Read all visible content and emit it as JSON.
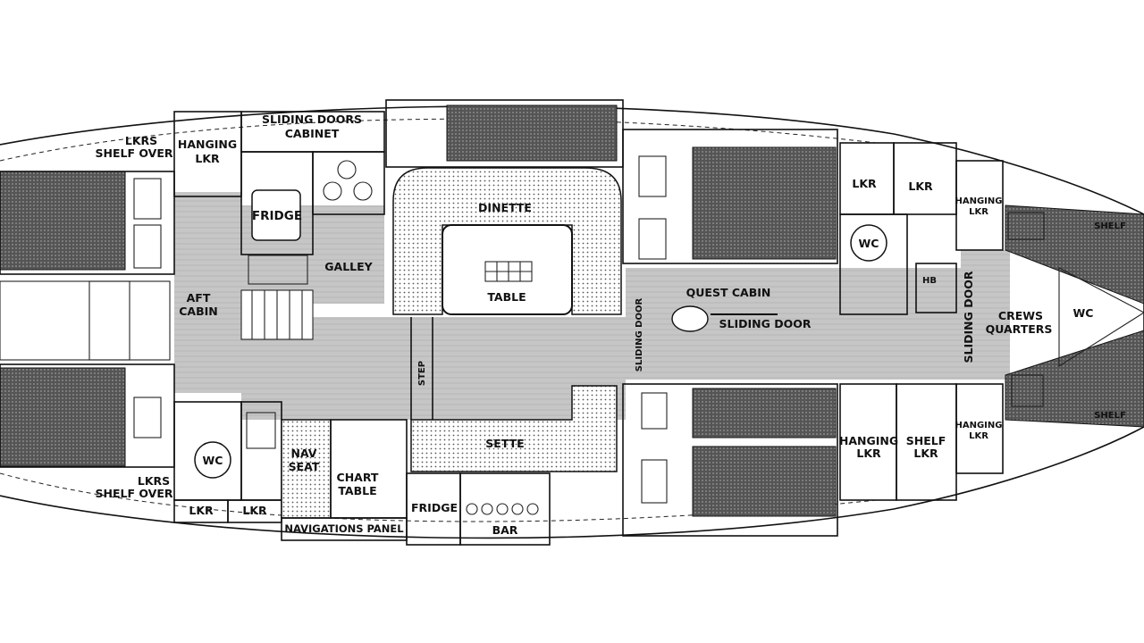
{
  "labels": {
    "lkrs_shelf_over_top": [
      "LKRS",
      "SHELF OVER"
    ],
    "hanging_lkr_aft": [
      "HANGING",
      "LKR"
    ],
    "sliding_doors_cabinet": [
      "SLIDING DOORS",
      "CABINET"
    ],
    "fridge_galley": "FRIDGE",
    "galley": "GALLEY",
    "aft_cabin": [
      "AFT",
      "CABIN"
    ],
    "dinette": "DINETTE",
    "table": "TABLE",
    "step": "STEP",
    "sette": "SETTE",
    "sliding_door_guest": "SLIDING DOOR",
    "guest_cabin": "QUEST CABIN",
    "sliding_door_horizontal": "SLIDING DOOR",
    "lkr_1": "LKR",
    "lkr_2": "LKR",
    "wc_fwd": "WC",
    "hb": "HB",
    "hanging_lkr_fwd_top": [
      "HANGING",
      "LKR"
    ],
    "sliding_door_crew": "SLIDING DOOR",
    "crews_quarters": [
      "CREWS",
      "QUARTERS"
    ],
    "wc_bow": "WC",
    "shelf_top": "SHELF",
    "shelf_bottom": "SHELF",
    "hanging_lkr_fwd_bottom": [
      "HANGING",
      "LKR"
    ],
    "hanging_lkr_mid_bottom": [
      "HANGING",
      "LKR"
    ],
    "shelf_lkr": [
      "SHELF",
      "LKR"
    ],
    "wc_aft": "WC",
    "lkrs_shelf_over_bottom": [
      "LKRS",
      "SHELF OVER"
    ],
    "lkr_bottom_1": "LKR",
    "lkr_bottom_2": "LKR",
    "nav_seat": [
      "NAV",
      "SEAT"
    ],
    "chart_table": [
      "CHART",
      "TABLE"
    ],
    "navigations_panel": "NAVIGATIONS PANEL",
    "fridge_bar": "FRIDGE",
    "bar": "BAR"
  }
}
